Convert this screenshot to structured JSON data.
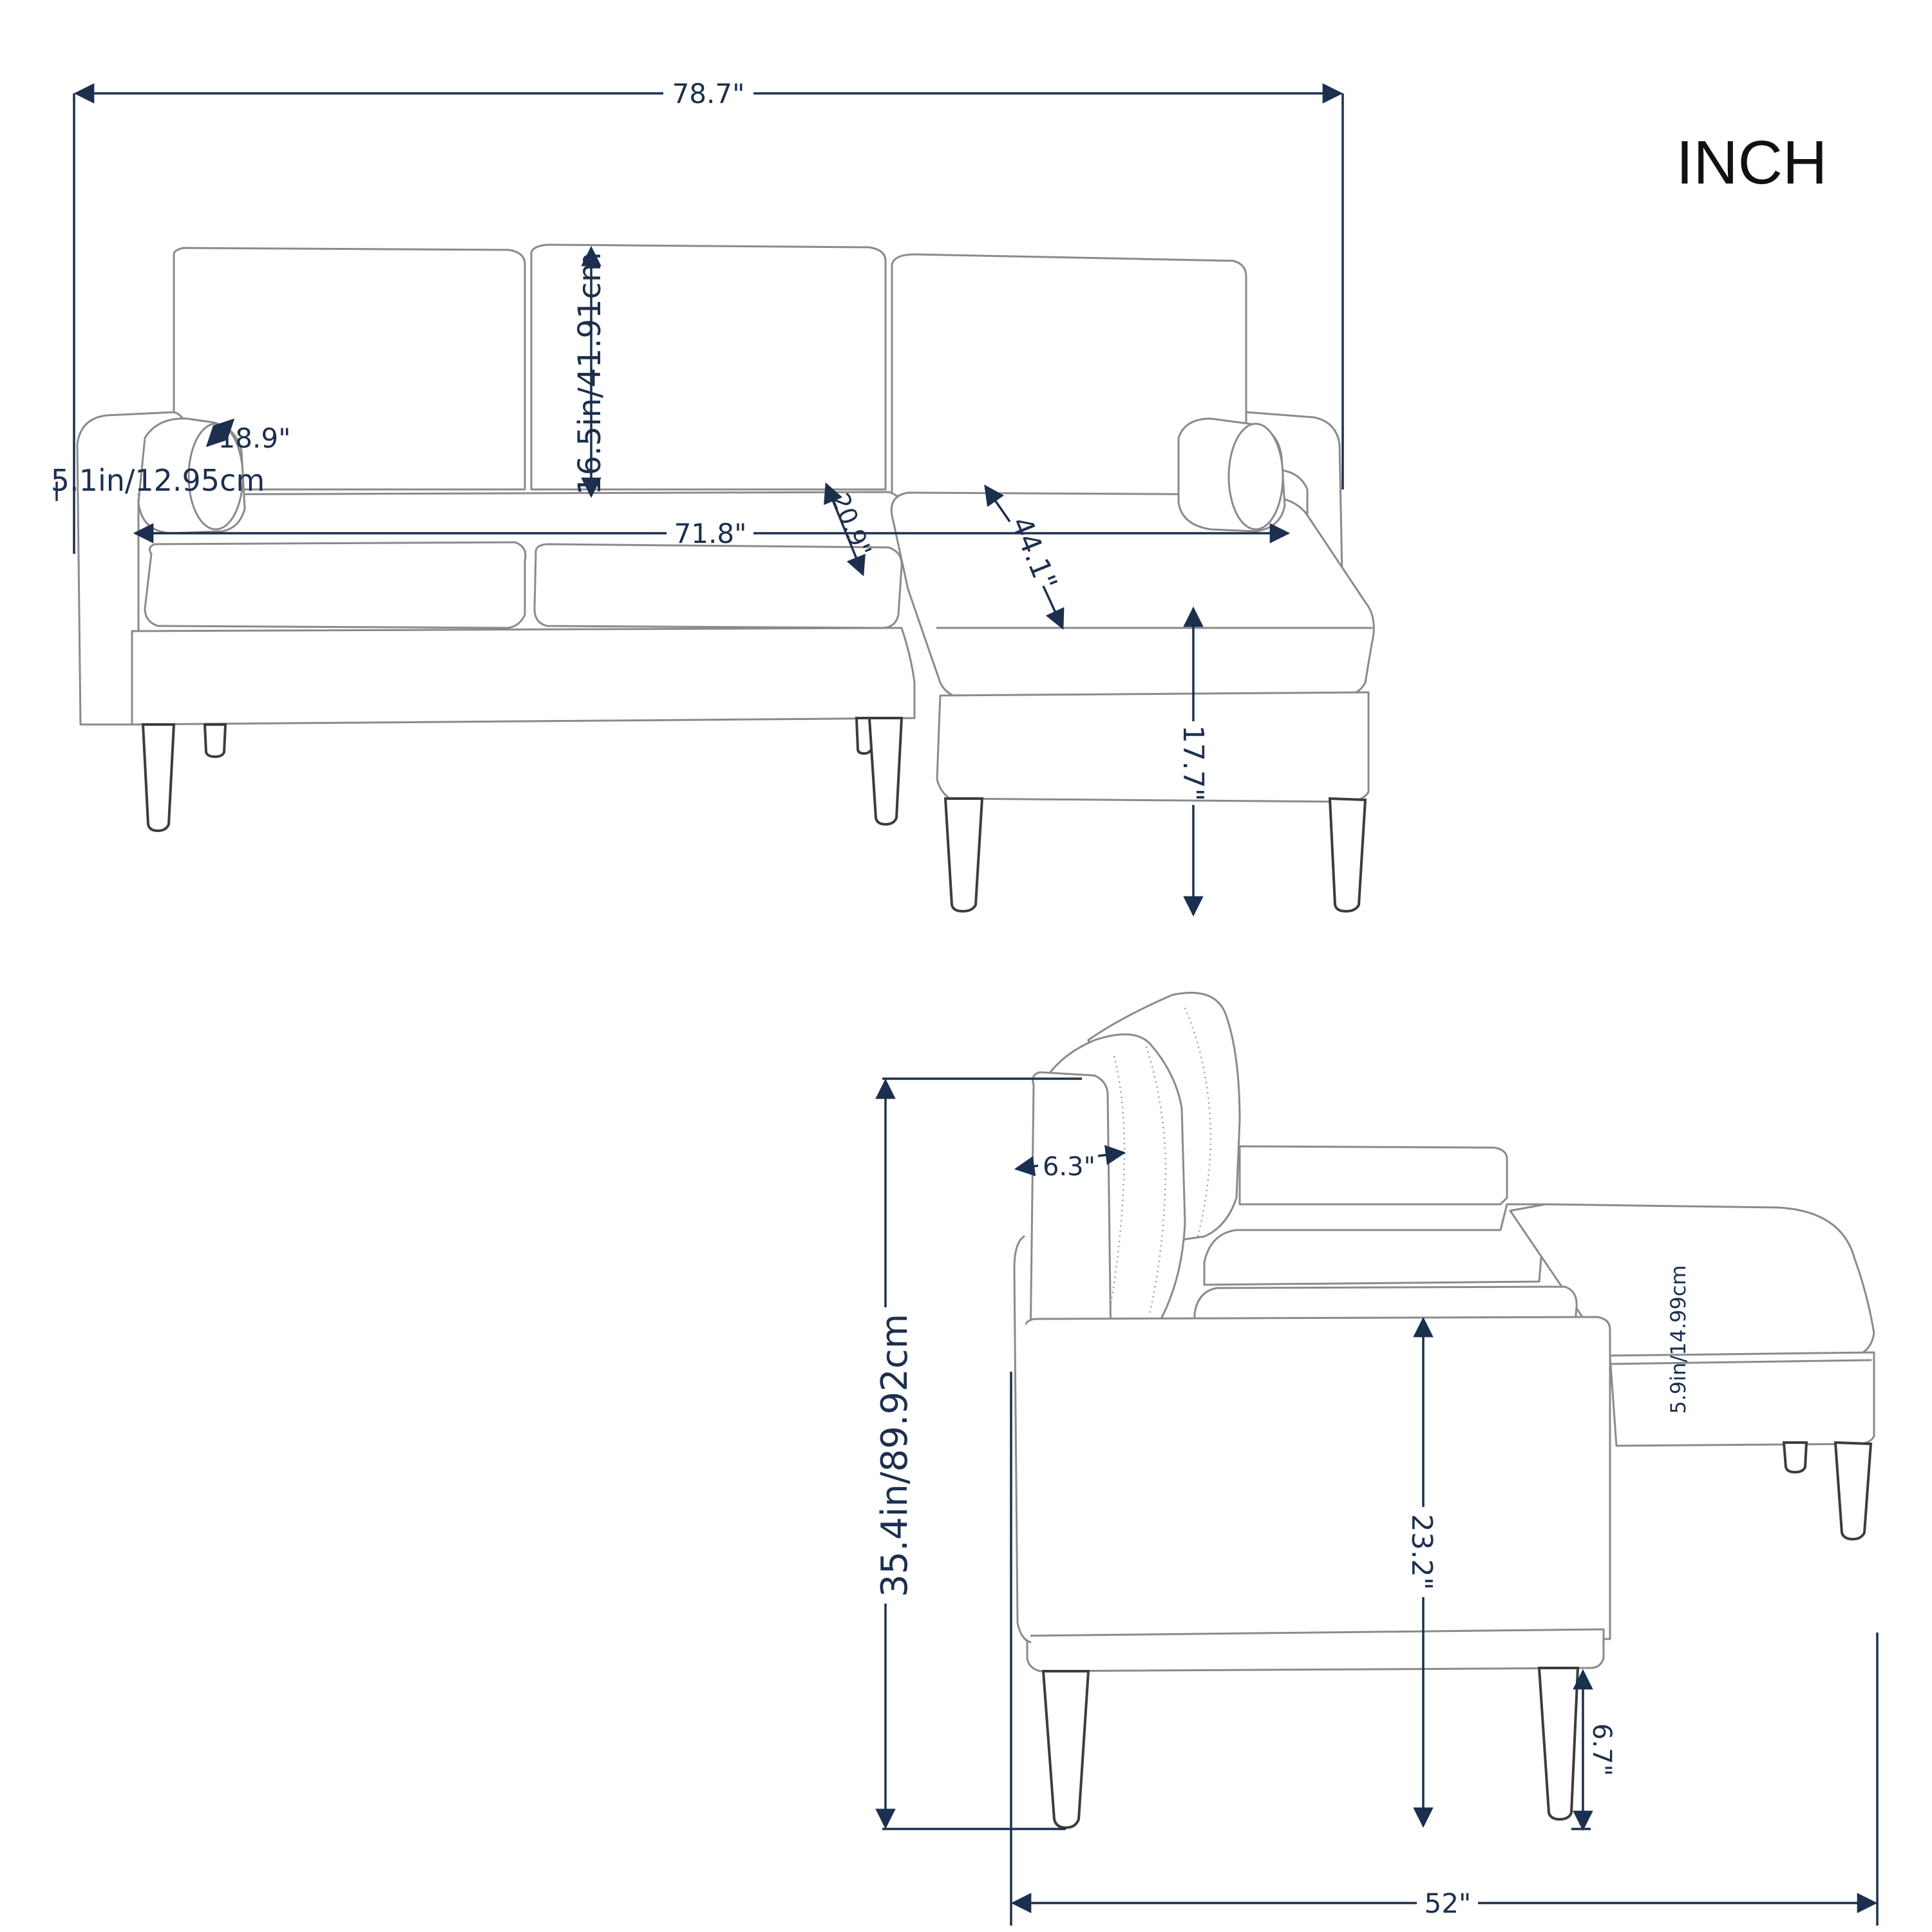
{
  "unit_label": "INCH",
  "front_view": {
    "overall_width": "78.7\"",
    "seat_width": "71.8\"",
    "back_height": "16.5in/41.91cm",
    "pillow_length": "18.9\"",
    "pillow_diameter": "5.1in/12.95cm",
    "seat_depth": "20.9\"",
    "chaise_depth": "44.1\"",
    "seat_height": "17.7\""
  },
  "side_view": {
    "overall_height": "35.4in/89.92cm",
    "back_thickness": "6.3\"",
    "arm_height": "23.2\"",
    "leg_height": "6.7\"",
    "cushion_thickness": "5.9in/14.99cm",
    "overall_depth": "52\""
  },
  "colors": {
    "dimension": "#1c2f4e",
    "outline": "#8a8a8a",
    "legs": "#3c3c3c"
  }
}
